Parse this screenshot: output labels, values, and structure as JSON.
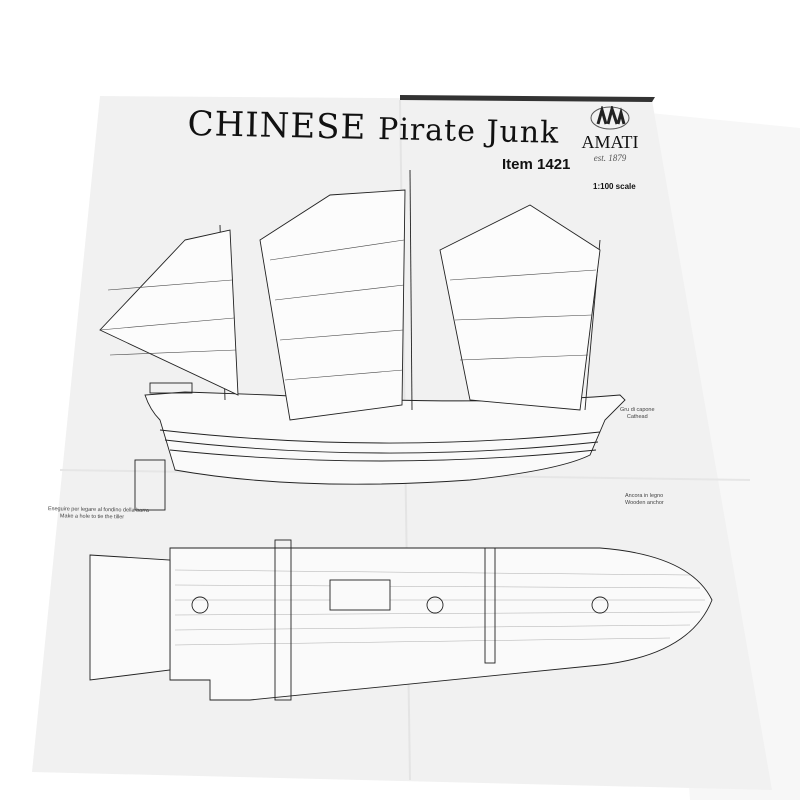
{
  "plan": {
    "title_main": "CHINESE",
    "title_sub": "Pirate Junk",
    "item": "Item 1421",
    "scale": "1:100 scale"
  },
  "brand": {
    "name": "AMATI",
    "established": "est. 1879"
  },
  "annotations": {
    "cathead_it": "Gru di capone",
    "cathead_en": "Cathead",
    "anchor_it": "Ancora in legno",
    "anchor_en": "Wooden anchor",
    "tiller_it": "Eseguire per legare al fondino della barra",
    "tiller_en": "Make a hole to tie the tiller"
  },
  "colors": {
    "paper": "#f1f1f1",
    "ink": "#222222",
    "background": "#ffffff"
  }
}
